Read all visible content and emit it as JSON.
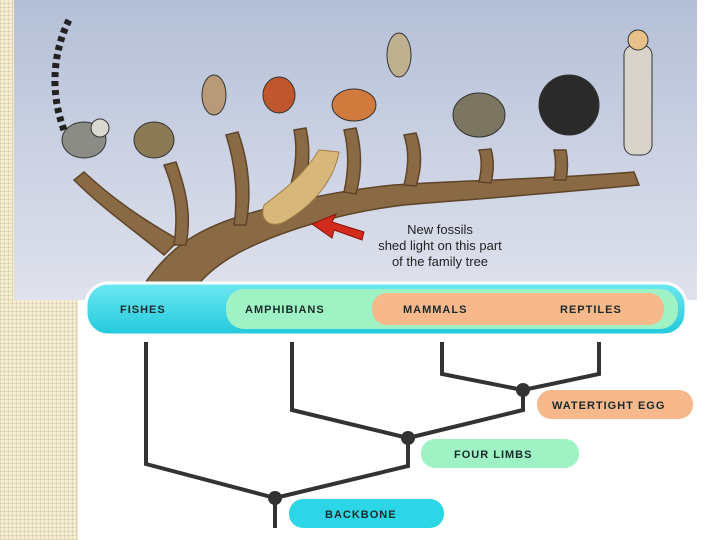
{
  "photo": {
    "caption_line1": "New fossils",
    "caption_line2": "shed light on this part",
    "caption_line3": "of the family tree"
  },
  "cladogram": {
    "groups": [
      "FISHES",
      "AMPHIBIANS",
      "MAMMALS",
      "REPTILES"
    ],
    "traits": {
      "backbone": "BACKBONE",
      "four_limbs": "FOUR LIMBS",
      "watertight_egg": "WATERTIGHT EGG"
    }
  },
  "colors": {
    "cyan": "#2cd6e6",
    "mint": "#9ef2c4",
    "peach": "#f7b88c",
    "branch": "#7a5a38",
    "line": "#333333"
  }
}
